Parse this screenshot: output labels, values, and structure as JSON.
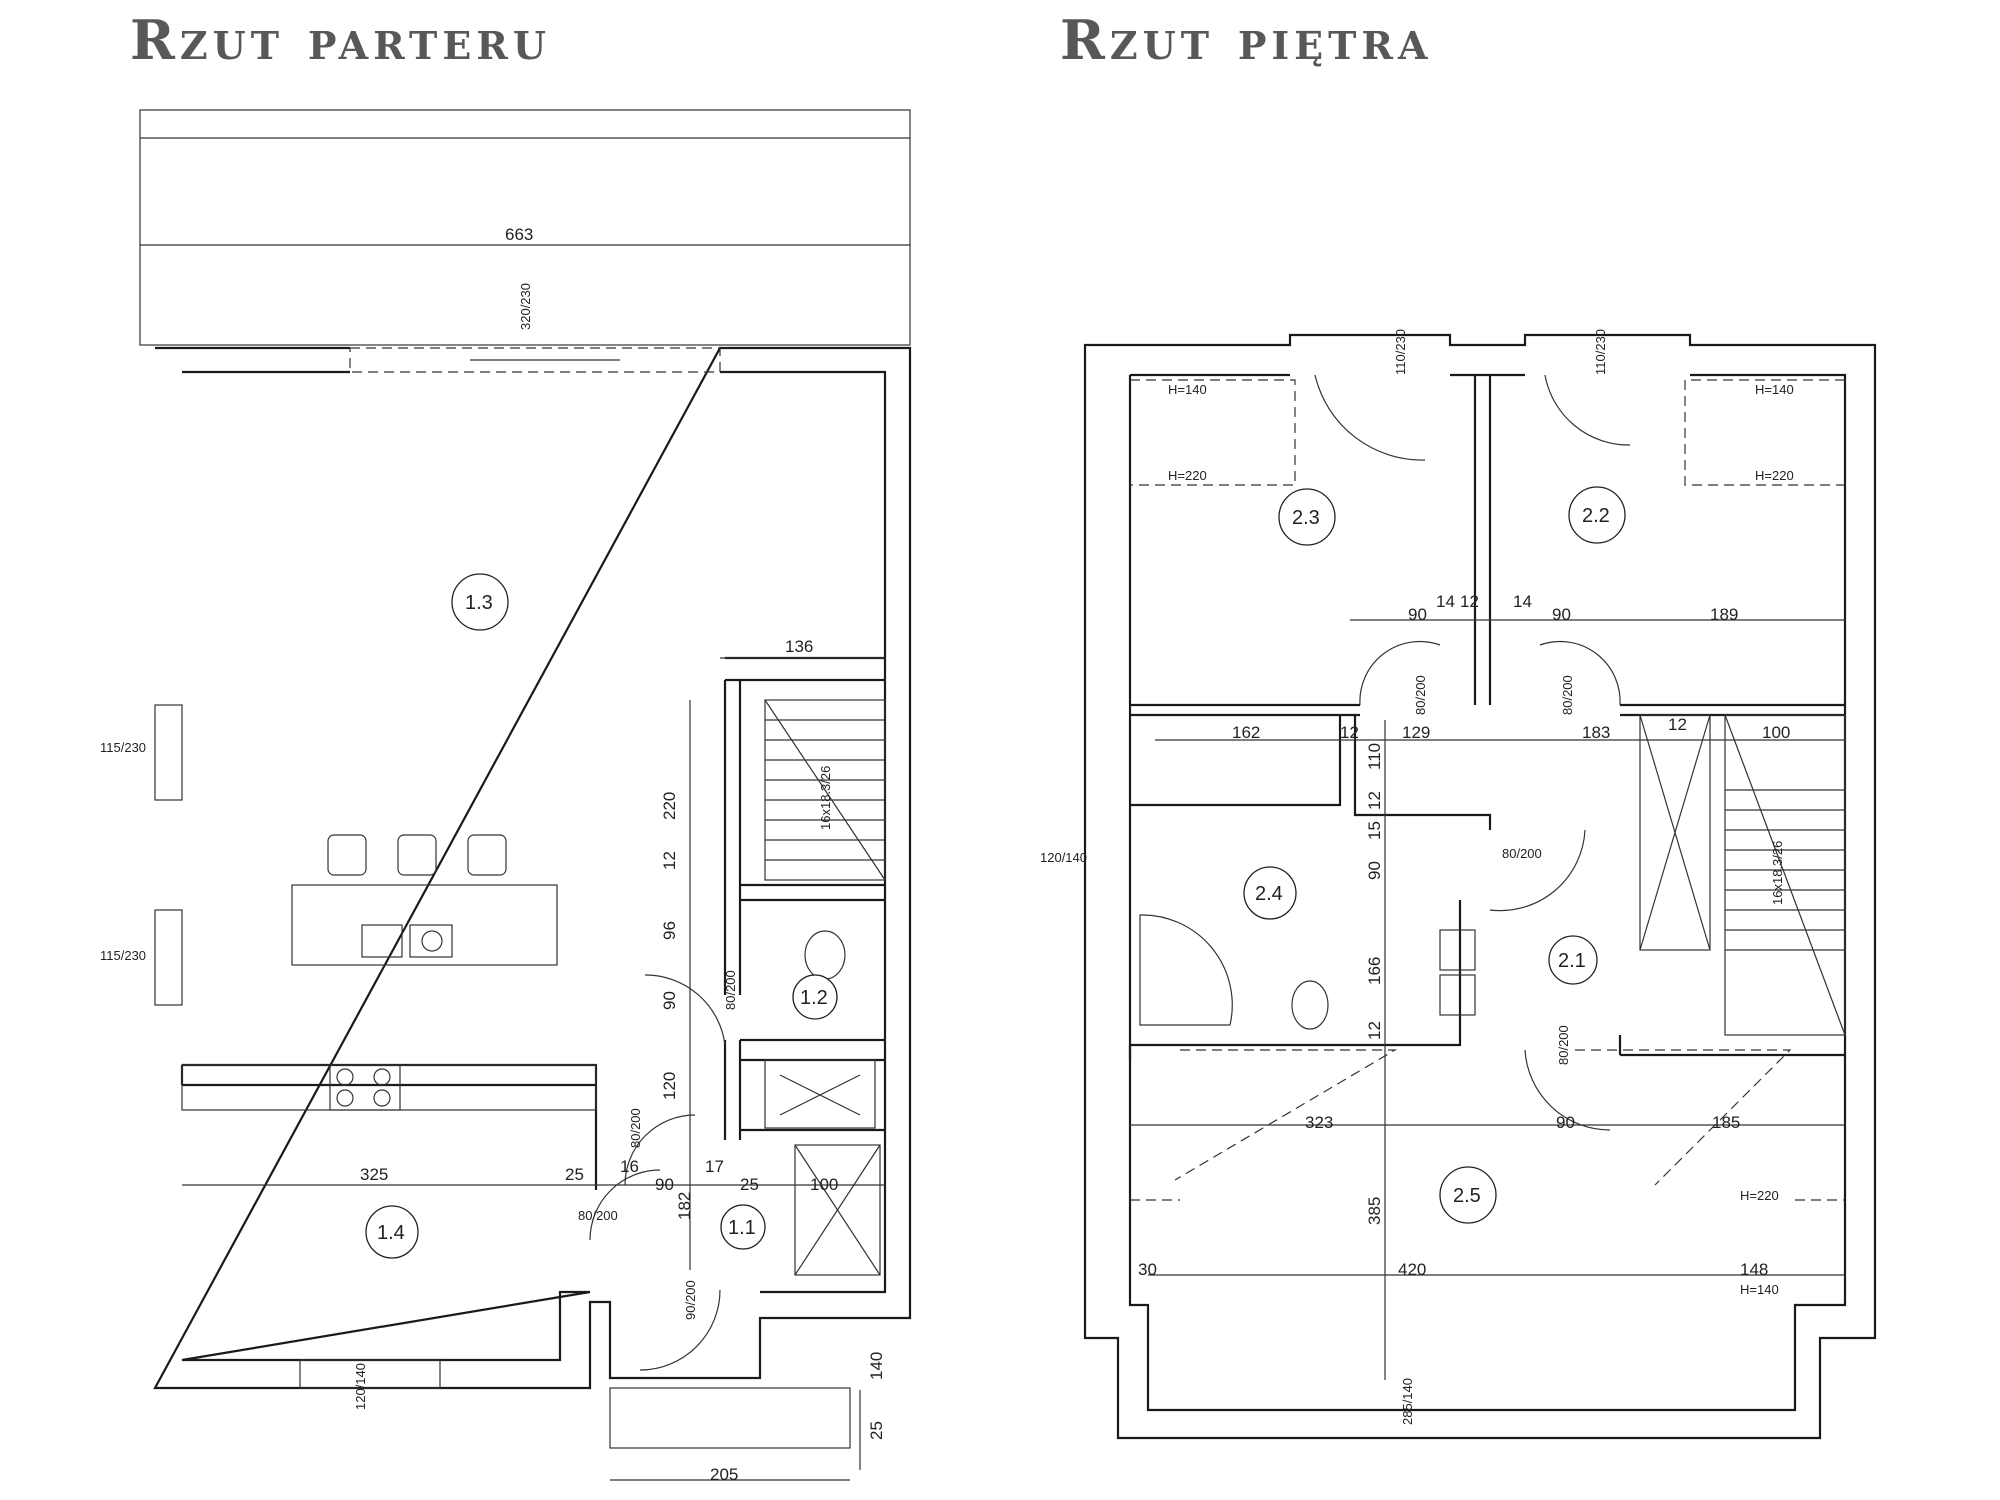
{
  "titles": {
    "ground": "Rzut parteru",
    "upper": "Rzut piętra"
  },
  "ground_floor": {
    "rooms": [
      "1.1",
      "1.2",
      "1.3",
      "1.4"
    ],
    "dims": [
      "663",
      "136",
      "220",
      "12",
      "96",
      "90",
      "120",
      "325",
      "25",
      "16",
      "90",
      "17",
      "25",
      "100",
      "182",
      "205",
      "140",
      "25"
    ],
    "openings": [
      "320/230",
      "115/230",
      "115/230",
      "120/140",
      "80/200",
      "80/200",
      "80/200",
      "90/200"
    ],
    "stair_label": "16x18.3/26"
  },
  "upper_floor": {
    "rooms": [
      "2.1",
      "2.2",
      "2.3",
      "2.4",
      "2.5"
    ],
    "dims": [
      "90",
      "14",
      "12",
      "14",
      "90",
      "189",
      "162",
      "12",
      "129",
      "183",
      "12",
      "100",
      "110",
      "12",
      "15",
      "90",
      "166",
      "12",
      "323",
      "90",
      "185",
      "385",
      "420",
      "30",
      "148"
    ],
    "heights": [
      "H=140",
      "H=220",
      "H=140",
      "H=220",
      "H=220",
      "H=140"
    ],
    "openings": [
      "110/230",
      "110/230",
      "80/200",
      "80/200",
      "80/200",
      "80/200",
      "120/140",
      "285/140"
    ],
    "stair_label": "16x18.3/26"
  }
}
